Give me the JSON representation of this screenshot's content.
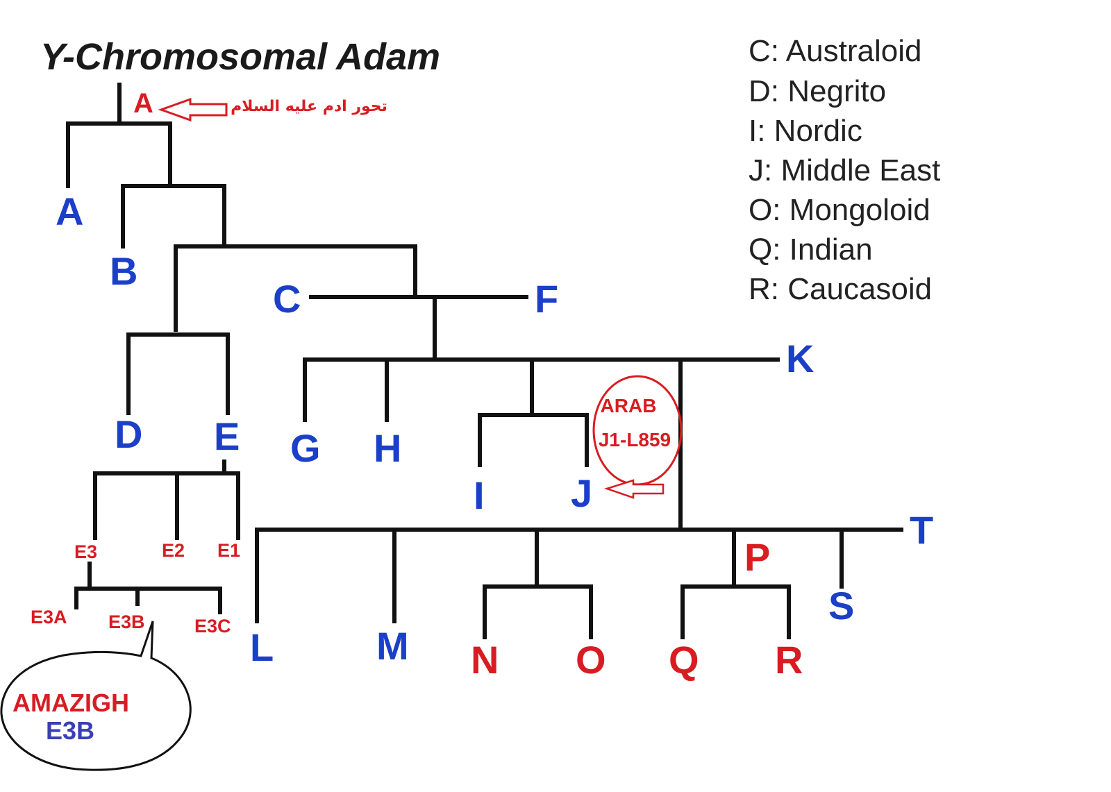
{
  "title": "Y-Chromosomal Adam",
  "root_label": "A",
  "root_annotation": "تحور ادم عليه السلام",
  "nodes": {
    "A": "A",
    "B": "B",
    "C": "C",
    "F": "F",
    "D": "D",
    "E": "E",
    "G": "G",
    "H": "H",
    "I": "I",
    "J": "J",
    "K": "K",
    "L": "L",
    "M": "M",
    "N": "N",
    "O": "O",
    "P": "P",
    "Q": "Q",
    "R": "R",
    "S": "S",
    "T": "T"
  },
  "e_branches": {
    "E1": "E1",
    "E2": "E2",
    "E3": "E3",
    "E3A": "E3A",
    "E3B": "E3B",
    "E3C": "E3C"
  },
  "arab_callout": {
    "line1": "ARAB",
    "line2": "J1-L859"
  },
  "amazigh_callout": {
    "line1": "AMAZIGH",
    "line2": "E3B"
  },
  "legend": [
    "C: Australoid",
    "D: Negrito",
    "I: Nordic",
    "J: Middle East",
    "O: Mongoloid",
    "Q: Indian",
    "R: Caucasoid"
  ],
  "colors": {
    "blue": "#1b3fc8",
    "red": "#d81c22",
    "line": "#111111"
  }
}
